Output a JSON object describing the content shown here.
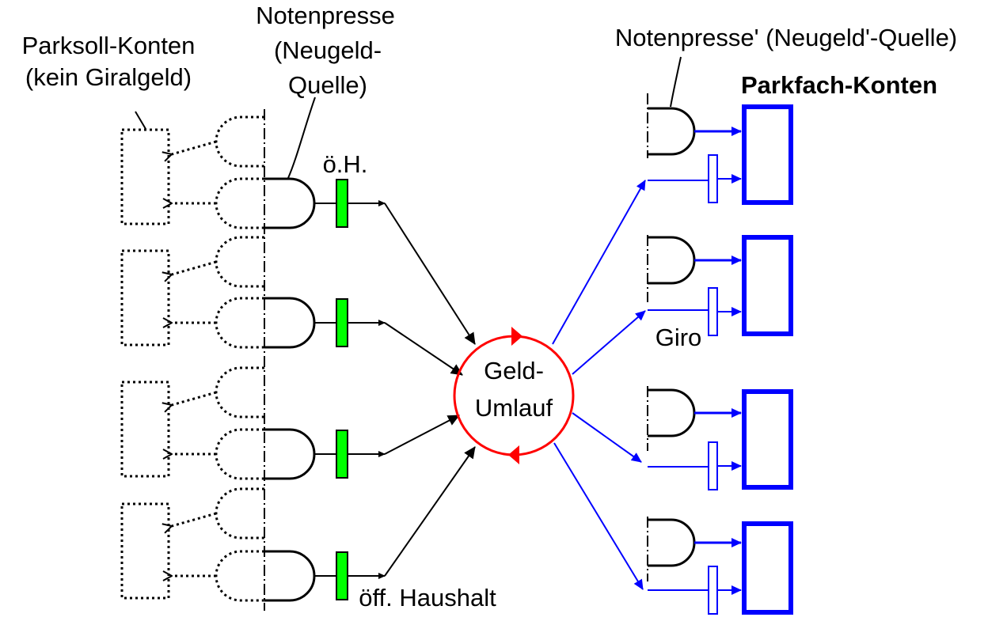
{
  "labels": {
    "parksoll_line1": "Parksoll-Konten",
    "parksoll_line2": "(kein Giralgeld)",
    "notenpresse_line1": "Notenpresse",
    "notenpresse_line2": "(Neugeld-",
    "notenpresse_line3": "Quelle)",
    "notenpresse_prime": "Notenpresse' (Neugeld'-Quelle)",
    "parkfach_konten": "Parkfach-Konten",
    "oeh": "ö.H.",
    "oeff_haushalt": "öff. Haushalt",
    "giro": "Giro",
    "geld": "Geld-",
    "umlauf": "Umlauf"
  },
  "colors": {
    "public_budget_fill": "#00ff00",
    "circulation_ring": "#ff0000",
    "right_side": "#0000ff",
    "left_side": "#000000"
  }
}
